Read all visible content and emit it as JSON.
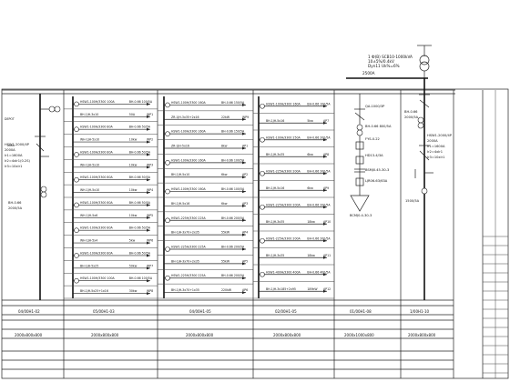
{
  "transformer": {
    "line1": "1 Ф(B) SCB10-1000kVA",
    "line2": "10±5%/0.4kV",
    "line3": "Dyn11 Uk%=6%",
    "busbar_label": "2500A"
  },
  "incoming_panel": {
    "breaker_text": [
      "HSW1-2000/4P",
      "2000A",
      "Ir1=1600A",
      "Ir2=4xIr1(0.2S)",
      "Ir3=10xIr1"
    ],
    "ct_text": [
      "BH-0.66",
      "2000/5A"
    ]
  },
  "compensation_panel": {
    "items": [
      "QA-1000/3P",
      "BH-0.66 800/5A",
      "FYS-0.22",
      "HD13-4/3A",
      "BSMJ0.45-30-3",
      "LJR06-63/63A",
      "BCMJ0.4-30-3"
    ],
    "bottom_text": "BCMJ0.4-30-3"
  },
  "right_panel": {
    "breaker_text": [
      "HSW1-2000/4P",
      "2000A",
      "Ir1=1600A",
      "Ir2=4xIr1",
      "Ir3=10xIr1"
    ],
    "ct_text": [
      "BH-0.66",
      "2000/5A"
    ],
    "ct2_text": "1500/5A"
  },
  "feeder_columns": [
    {
      "rows": [
        {
          "breaker": "HSW1-100H/3300 100A",
          "ct": "BH-0.66 100/5A",
          "load": ""
        },
        {
          "breaker": "BH-1JH-3x10",
          "ct": "50A",
          "load": "WP1"
        },
        {
          "breaker": "HSW1-100H/3300 80A",
          "ct": "BH-0.66 50/5A",
          "load": ""
        },
        {
          "breaker": "WH-1JH-5x10",
          "ct": "10kw",
          "load": "WP2"
        },
        {
          "breaker": "HSW1-100H/3300 80A",
          "ct": "BH-0.66 50/5A",
          "load": ""
        },
        {
          "breaker": "WH-1JH-5x10",
          "ct": "10kw",
          "load": "WP3"
        },
        {
          "breaker": "HSW1-100H/3300 80A",
          "ct": "BH-0.66 50/5A",
          "load": ""
        },
        {
          "breaker": "WH-1JH-5x10",
          "ct": "10kw",
          "load": "WP4"
        },
        {
          "breaker": "HSW1-100H/3300 80A",
          "ct": "BH-0.66 50/5A",
          "load": ""
        },
        {
          "breaker": "WH-1JH-5x6",
          "ct": "10kw",
          "load": "WP5"
        },
        {
          "breaker": "HSW1-100H/3300 80A",
          "ct": "BH-0.66 50/5A",
          "load": ""
        },
        {
          "breaker": "WH-1JH-5x4",
          "ct": "5kw",
          "load": "WP6"
        },
        {
          "breaker": "HSW1-100H/3300 80A",
          "ct": "BH-0.66 50/5A",
          "load": ""
        },
        {
          "breaker": "BH-1JH-5x25",
          "ct": "50kw",
          "load": "WP7"
        },
        {
          "breaker": "HSW1-100H/3300 100A",
          "ct": "BH-0.66 100/5A",
          "load": ""
        },
        {
          "breaker": "BH-1JH-5x25+1x16",
          "ct": "30kw",
          "load": "WP8"
        }
      ]
    },
    {
      "rows": [
        {
          "breaker": "HSW1-100H/3300 160A",
          "ct": "BH-0.66 150/5A",
          "load": ""
        },
        {
          "breaker": "ZR-1JH-3x35+2x16",
          "ct": "22kW",
          "load": "WP9"
        },
        {
          "breaker": "HSW1-100H/3300 160A",
          "ct": "BH-0.66 150/5A",
          "load": ""
        },
        {
          "breaker": "ZR-1JH-5x16",
          "ct": "8kw",
          "load": "AP1"
        },
        {
          "breaker": "HSW1-100H/3300 160A",
          "ct": "BH-0.66 100/5A",
          "load": ""
        },
        {
          "breaker": "BH-1JH-5x10",
          "ct": "6kw",
          "load": "AP2"
        },
        {
          "breaker": "HSW1-100H/3300 160A",
          "ct": "BH-0.66 100/5A",
          "load": ""
        },
        {
          "breaker": "BH-1JH-5x16",
          "ct": "6kw",
          "load": "AP3"
        },
        {
          "breaker": "HSW1-225H/3300 225A",
          "ct": "BH-0.66 200/5A",
          "load": ""
        },
        {
          "breaker": "BH-1JH-3x70+2x35",
          "ct": "55kW",
          "load": "AP4"
        },
        {
          "breaker": "HSW1-225H/3300 225A",
          "ct": "BH-0.66 200/5A",
          "load": ""
        },
        {
          "breaker": "BH-1JH-3x70+2x35",
          "ct": "55kW",
          "load": "AP5"
        },
        {
          "breaker": "HSW1-225H/3300 225A",
          "ct": "BH-0.66 200/5A",
          "load": ""
        },
        {
          "breaker": "BH-1JH-3x70+1x35",
          "ct": "220kW",
          "load": "AP6"
        }
      ]
    },
    {
      "rows": [
        {
          "breaker": "HSW1-100H/3300 160A",
          "ct": "BH-0.66 100/5A",
          "load": ""
        },
        {
          "breaker": "BH-1JH-5x16",
          "ct": "5kw",
          "load": "AP7"
        },
        {
          "breaker": "HSW1-100H/3300 250A",
          "ct": "BH-0.66 200/5A",
          "load": ""
        },
        {
          "breaker": "BH-1JH-3x35",
          "ct": "6kw",
          "load": "AP8"
        },
        {
          "breaker": "HSW1-225H/3300 200A",
          "ct": "BH-0.66 200/5A",
          "load": ""
        },
        {
          "breaker": "BH-1JH-5x16",
          "ct": "6kw",
          "load": "AP9"
        },
        {
          "breaker": "HSW1-225H/3300 200A",
          "ct": "BH-0.66 200/5A",
          "load": ""
        },
        {
          "breaker": "BH-1JH-3x35",
          "ct": "18kw",
          "load": "AP10"
        },
        {
          "breaker": "HSW1-225H/3300 200A",
          "ct": "BH-0.66 200/5A",
          "load": ""
        },
        {
          "breaker": "BH-1JH-3x35",
          "ct": "18kw",
          "load": "AP11"
        },
        {
          "breaker": "HSW1-400H/3300 400A",
          "ct": "BH-0.66 400/5A",
          "load": ""
        },
        {
          "breaker": "BH-1JH-3x185+2x95",
          "ct": "189kW",
          "load": "AP12"
        }
      ]
    }
  ],
  "bottom_table": {
    "panel_ids": [
      "04/00H1-02",
      "05/00H1-03",
      "04/00H1-05",
      "02/00H1-05",
      "01/00H1-08",
      "1/00H1-10"
    ],
    "sizes": [
      "2000x800x800",
      "2000x800x800",
      "2000x800x800",
      "2000x800x800",
      "2000x1000x800",
      "2000x800x800"
    ]
  }
}
